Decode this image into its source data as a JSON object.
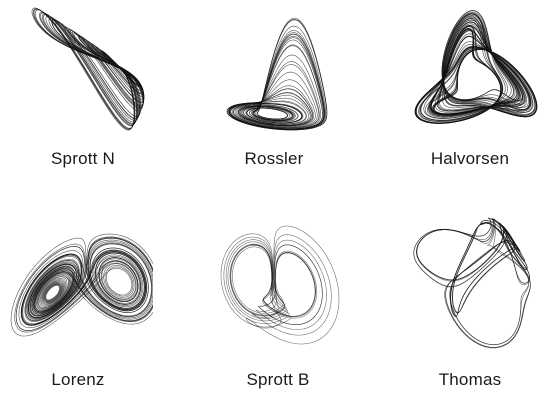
{
  "attractors": [
    {
      "id": "sprott-n",
      "label": "Sprott N"
    },
    {
      "id": "rossler",
      "label": "Rossler"
    },
    {
      "id": "halvorsen",
      "label": "Halvorsen"
    },
    {
      "id": "lorenz",
      "label": "Lorenz"
    },
    {
      "id": "sprott-b",
      "label": "Sprott B"
    },
    {
      "id": "thomas",
      "label": "Thomas"
    }
  ],
  "style": {
    "stroke_color": "#111111",
    "background": "#ffffff"
  }
}
